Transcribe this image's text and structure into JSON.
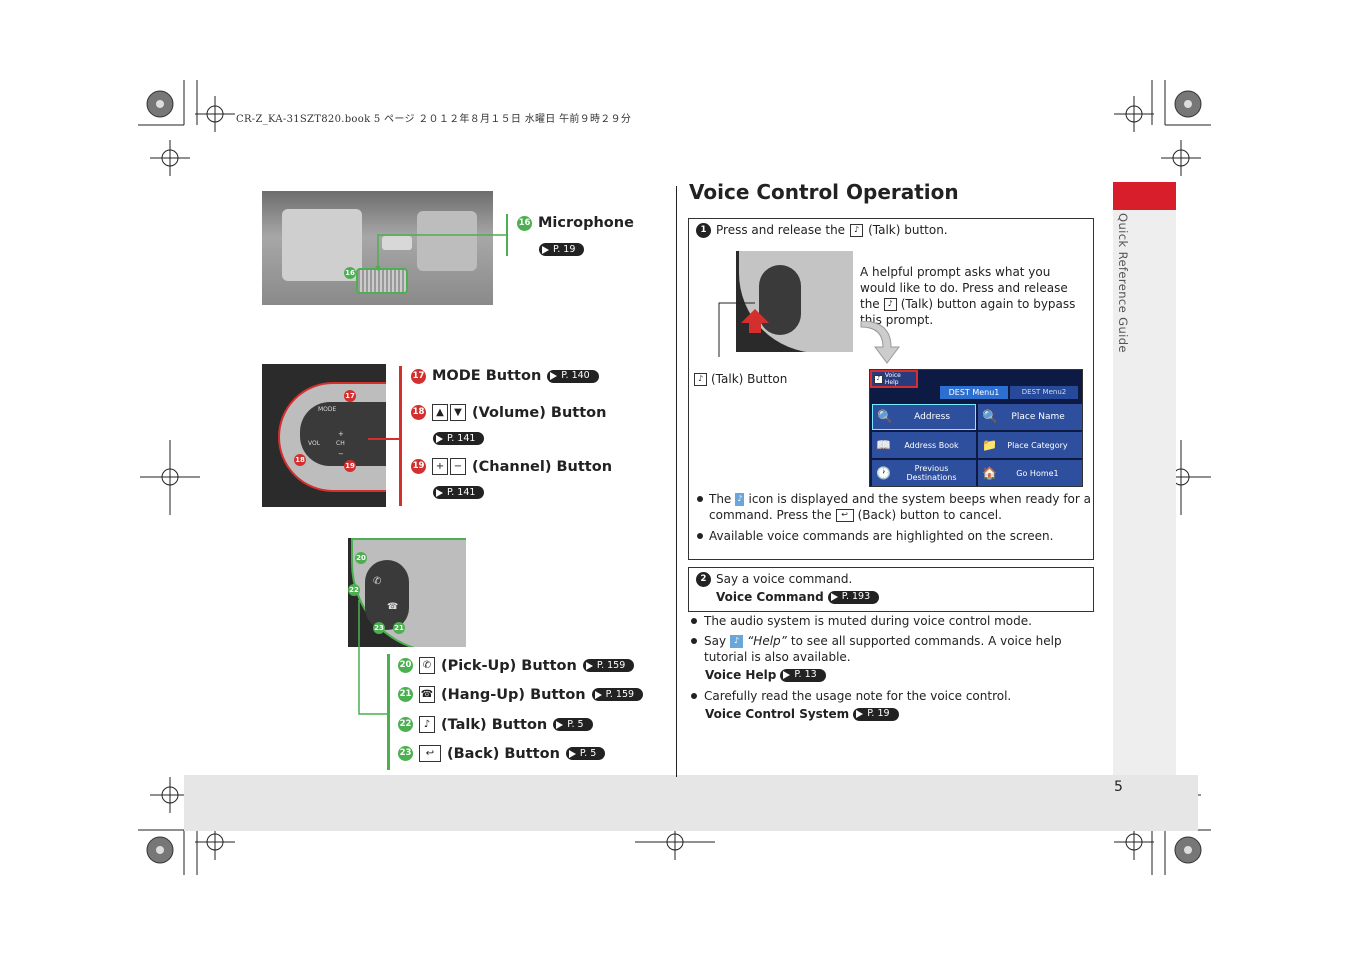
{
  "header": {
    "book_info": "CR-Z_KA-31SZT820.book  5 ページ  ２０１２年８月１５日  水曜日  午前９時２９分"
  },
  "side_tab": {
    "label": "Quick Reference Guide",
    "accent": "#d81e2b"
  },
  "page_number": "5",
  "left": {
    "microphone": {
      "num": "16",
      "label": "Microphone",
      "ref": "P. 19"
    },
    "steering_left": {
      "mode": {
        "num": "17",
        "label": "MODE Button",
        "ref": "P. 140"
      },
      "volume": {
        "num": "18",
        "label": "(Volume) Button",
        "ref": "P. 141"
      },
      "channel": {
        "num": "19",
        "label": "(Channel) Button",
        "ref": "P. 141"
      },
      "panel_labels": {
        "mode": "MODE",
        "vol": "VOL",
        "ch": "CH",
        "plus": "+",
        "minus": "−"
      }
    },
    "steering_right": {
      "pickup": {
        "num": "20",
        "label": "(Pick-Up) Button",
        "ref": "P. 159"
      },
      "hangup": {
        "num": "21",
        "label": "(Hang-Up) Button",
        "ref": "P. 159"
      },
      "talk": {
        "num": "22",
        "label": "(Talk) Button",
        "ref": "P. 5"
      },
      "back": {
        "num": "23",
        "label": "(Back) Button",
        "ref": "P. 5"
      }
    },
    "colors": {
      "green": "#4caf50",
      "red": "#d32f2f"
    }
  },
  "right": {
    "title": "Voice Control Operation",
    "step1": {
      "num": "1",
      "text_before": "Press and release the",
      "text_after": "(Talk) button.",
      "prompt_lines": [
        "A helpful prompt asks what you",
        "would like to do. Press and release",
        "the",
        "(Talk) button again to bypass",
        "this prompt."
      ],
      "talk_button_caption": "(Talk) Button",
      "screen": {
        "tab_active": "DEST Menu1",
        "tab_inactive": "DEST Menu2",
        "voice_badge": "Voice Help",
        "items": [
          "Address",
          "Place Name",
          "Address Book",
          "Place Category",
          "Previous Destinations",
          "Go Home1"
        ]
      },
      "bullet1_parts": [
        "The",
        "icon is displayed and the system beeps when ready for a",
        "command. Press the",
        "(Back) button to cancel."
      ],
      "bullet2": "Available voice commands are highlighted on the screen."
    },
    "step2": {
      "num": "2",
      "text": "Say a voice command.",
      "link_label": "Voice Command",
      "link_ref": "P. 193"
    },
    "notes": {
      "note1": "The audio system is muted during voice control mode.",
      "note2_say": "Say",
      "note2_help": "“Help”",
      "note2_rest": "to see all supported commands. A voice help",
      "note2_line2": "tutorial is also available.",
      "voice_help_label": "Voice Help",
      "voice_help_ref": "P. 13",
      "note3": "Carefully read the usage note for the voice control.",
      "vcs_label": "Voice Control System",
      "vcs_ref": "P. 19"
    }
  }
}
